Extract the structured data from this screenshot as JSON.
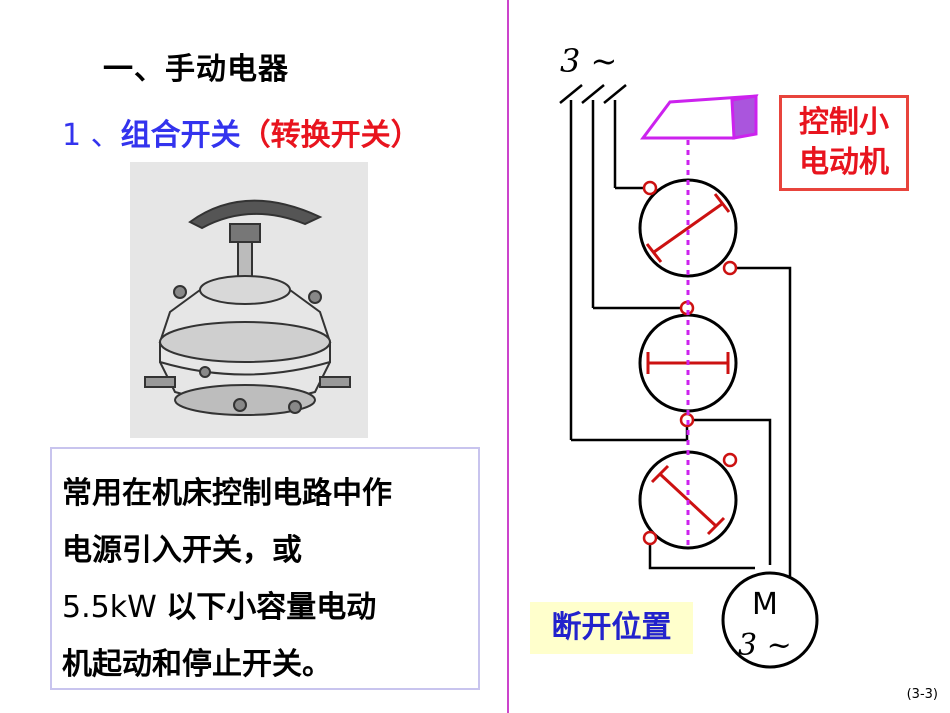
{
  "heading": "一、手动电器",
  "subheading": {
    "number": "1 、",
    "name": "组合开关",
    "alt": "（转换开关）"
  },
  "description": {
    "line1": "常用在机床控制电路中作",
    "line2": "电源引入开关，或",
    "line3_num": "5.5kW ",
    "line3_text": "以下小容量电动",
    "line4": "机起动和停止开关。"
  },
  "diagram": {
    "supply_label": "3 ~",
    "control_label_line1": "控制小",
    "control_label_line2": "电动机",
    "motor_label": "M",
    "motor_phase": "3 ~",
    "position_label": "断开位置"
  },
  "page_number": "(3-3)",
  "colors": {
    "blue": "#3333ee",
    "red": "#e8141e",
    "purple": "#cc22ee",
    "divider": "#cc44cc"
  }
}
